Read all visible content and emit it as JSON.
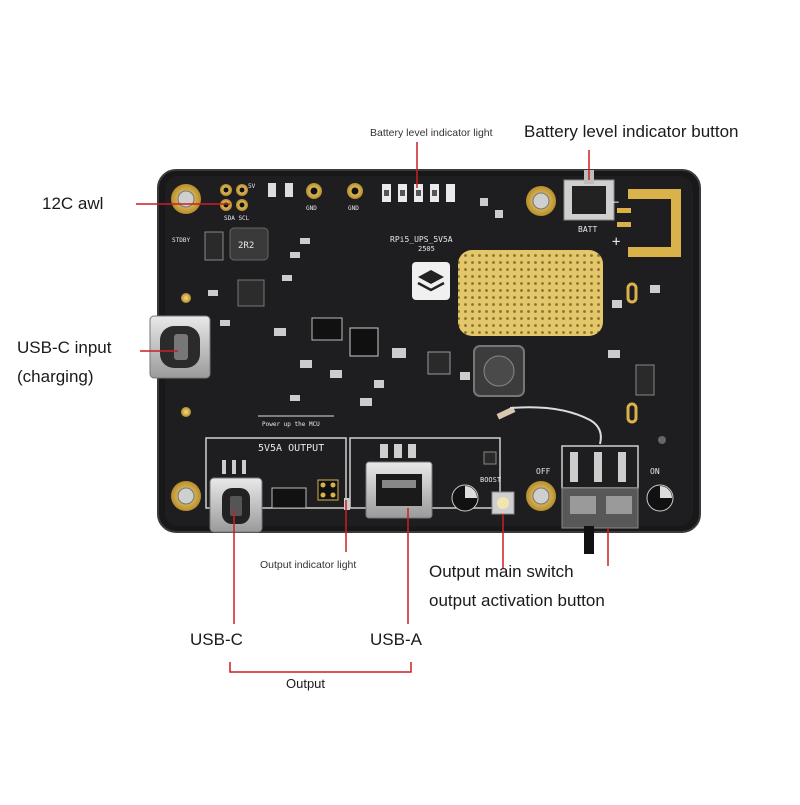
{
  "callouts": {
    "battery_light": "Battery level indicator light",
    "battery_button": "Battery level indicator button",
    "i2c": "12C awl",
    "usbc_input_line1": "USB-C input",
    "usbc_input_line2": "(charging)",
    "output_light": "Output indicator light",
    "main_switch": "Output main switch",
    "activation_button": "output activation button",
    "usbc_out": "USB-C",
    "usba_out": "USB-A",
    "output_group": "Output"
  },
  "board": {
    "model": "RPi5_UPS_5V5A",
    "rev": "2505",
    "output_title": "5V5A OUTPUT",
    "batt": "BATT",
    "off": "OFF",
    "on": "ON",
    "boost": "BOOST",
    "inductor_small": "2R2",
    "power_up": "Power up the MCU",
    "sda_scl": "SDA SCL",
    "gnd1": "GND",
    "gnd2": "GND",
    "fivev": "5V",
    "stdby": "STDBY",
    "plus": "+",
    "minus": "−"
  },
  "colors": {
    "callout_line": "#cc1f1f",
    "board": "#1b1b1d",
    "gold": "#d9b24a"
  }
}
